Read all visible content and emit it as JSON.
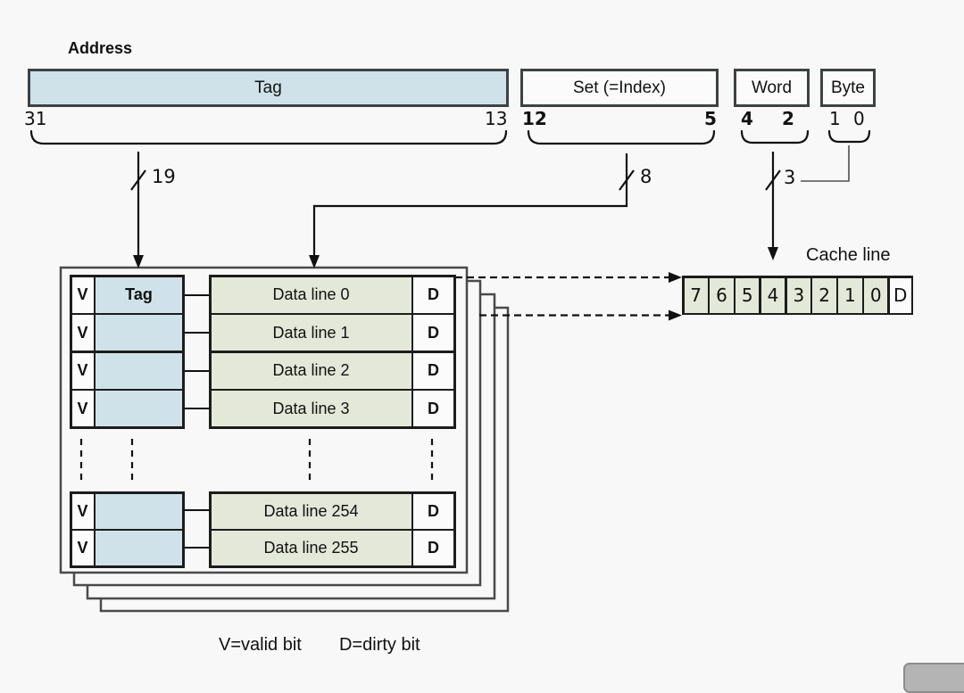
{
  "address": {
    "title": "Address",
    "fields": [
      {
        "label": "Tag",
        "msb": "31",
        "lsb": "13",
        "bus_width": "19"
      },
      {
        "label": "Set (=Index)",
        "msb": "12",
        "lsb": "5",
        "bus_width": "8"
      },
      {
        "label": "Word",
        "msb": "4",
        "lsb": "2",
        "bus_width": "3"
      },
      {
        "label": "Byte",
        "msb": "1",
        "lsb": "0"
      }
    ]
  },
  "cache": {
    "valid_label": "V",
    "dirty_label": "D",
    "tag_header": "Tag",
    "data_lines_top": [
      "Data line 0",
      "Data line 1",
      "Data line 2",
      "Data line 3"
    ],
    "data_lines_bottom": [
      "Data line 254",
      "Data line 255"
    ]
  },
  "cache_line": {
    "label": "Cache line",
    "word_cells": [
      "7",
      "6",
      "5",
      "4",
      "3",
      "2",
      "1",
      "0"
    ],
    "dirty_cell": "D"
  },
  "legend": {
    "valid": "V=valid bit",
    "dirty": "D=dirty bit"
  },
  "colors": {
    "tag_fill": "#cfe2e9",
    "data_fill": "#e4e8d8",
    "box_border": "#3d4242",
    "stack_border": "#4a4a4a",
    "background": "#f8f8f8"
  }
}
